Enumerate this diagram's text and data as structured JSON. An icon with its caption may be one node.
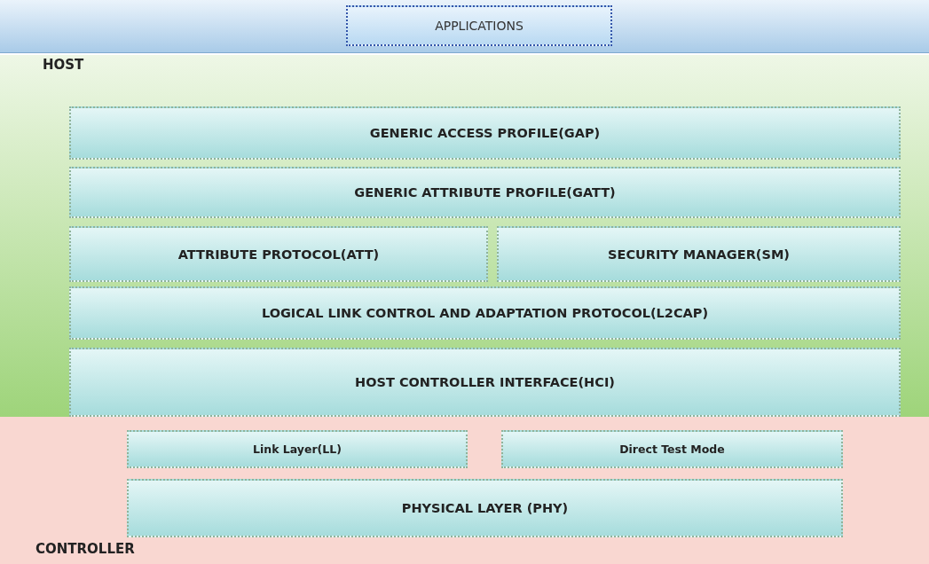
{
  "diagram": {
    "nodes": [
      {
        "text": [
          "APPLICATIONS"
        ]
      },
      {
        "text": [
          "HOST"
        ]
      },
      {
        "text": [
          "GENERIC ACCESS PROFILE(GAP)"
        ],
        "in": 1
      },
      {
        "text": [
          "GENERIC ATTRIBUTE PROFILE(GATT)"
        ],
        "in": 1
      },
      {
        "text": [
          "ATTRIBUTE PROTOCOL(ATT)"
        ],
        "in": 1
      },
      {
        "text": [
          "SECURITY MANAGER(SM)"
        ],
        "in": 1
      },
      {
        "text": [
          "LOGICAL LINK CONTROL AND ADAPTATION PROTOCOL(L2CAP)"
        ],
        "in": 1
      },
      {
        "text": [
          "HOST CONTROLLER INTERFACE(HCI)"
        ],
        "in": 1
      },
      {
        "text": [
          "CONTROLLER"
        ]
      },
      {
        "text": [
          "Link Layer(LL)"
        ],
        "in": 8
      },
      {
        "text": [
          "Direct Test Mode"
        ],
        "in": 8
      },
      {
        "text": [
          "PHYSICAL LAYER (PHY)"
        ],
        "in": 8
      }
    ]
  }
}
